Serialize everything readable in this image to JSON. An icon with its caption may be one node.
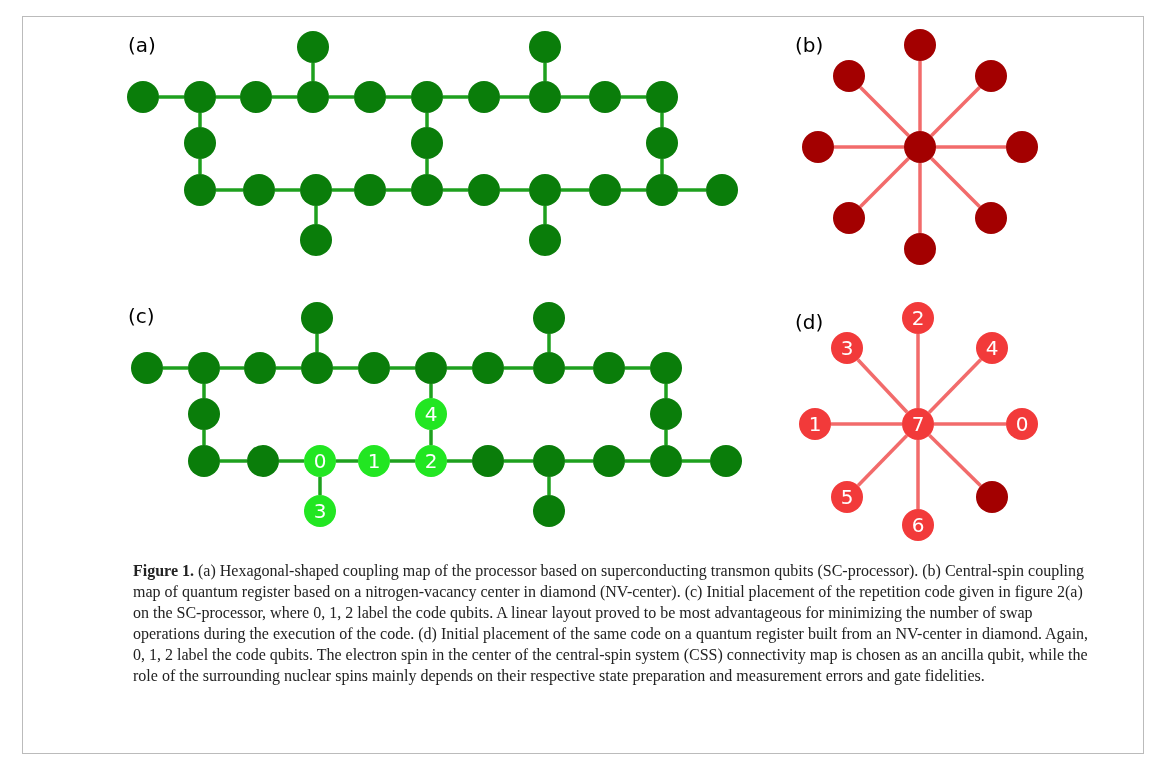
{
  "diagram": {
    "caption": "**Figure 1.** (a) Hexagonal-shaped coupling map of the processor based on superconducting transmon qubits (SC-processor). (b) Central-spin coupling map of quantum register based on a nitrogen-vacancy center in diamond (NV-center). (c) Initial placement of the repetition code given in figure 2(a) on the SC-processor, where 0, 1, 2 label the code qubits. A linear layout proved to be most advantageous for minimizing the number of swap operations during the execution of the code. (d) Initial placement of the same code on a quantum register built from an NV-center in diamond. Again, 0, 1, 2 label the code qubits. The electron spin in the center of the central-spin system (CSS) connectivity map is chosen as an ancilla qubit, while the role of the surrounding nuclear spins mainly depends on their respective state preparation and measurement errors and gate fidelities.",
    "nodes": [
      {
        "text": [],
        "shape": "circle"
      },
      {
        "text": [],
        "shape": "circle"
      },
      {
        "text": [],
        "shape": "circle"
      },
      {
        "text": [],
        "shape": "circle"
      },
      {
        "text": [],
        "shape": "circle"
      },
      {
        "text": [],
        "shape": "circle"
      },
      {
        "text": [],
        "shape": "circle"
      },
      {
        "text": [],
        "shape": "circle"
      },
      {
        "text": [],
        "shape": "circle"
      },
      {
        "text": [],
        "shape": "circle"
      },
      {
        "text": [],
        "shape": "circle"
      },
      {
        "text": [],
        "shape": "circle"
      },
      {
        "text": [],
        "shape": "circle"
      },
      {
        "text": [],
        "shape": "circle"
      },
      {
        "text": [],
        "shape": "circle"
      },
      {
        "text": [],
        "shape": "circle"
      },
      {
        "text": [],
        "shape": "circle"
      },
      {
        "text": [],
        "shape": "circle"
      },
      {
        "text": [],
        "shape": "circle"
      },
      {
        "text": [],
        "shape": "circle"
      },
      {
        "text": [],
        "shape": "circle"
      },
      {
        "text": [],
        "shape": "circle"
      },
      {
        "text": [],
        "shape": "circle"
      },
      {
        "text": [],
        "shape": "circle"
      },
      {
        "text": [],
        "shape": "circle"
      },
      {
        "text": [],
        "shape": "circle"
      },
      {
        "text": [],
        "shape": "circle"
      },
      {
        "text": [],
        "shape": "circle"
      },
      {
        "text": [],
        "shape": "circle"
      },
      {
        "text": [],
        "shape": "circle"
      },
      {
        "text": [],
        "shape": "circle"
      },
      {
        "text": [],
        "shape": "circle"
      },
      {
        "text": [],
        "shape": "circle"
      },
      {
        "text": [],
        "shape": "circle"
      },
      {
        "text": [],
        "shape": "circle"
      },
      {
        "text": [],
        "shape": "circle"
      },
      {
        "text": [],
        "shape": "circle"
      },
      {
        "text": [],
        "shape": "circle"
      },
      {
        "text": [],
        "shape": "circle"
      },
      {
        "text": [],
        "shape": "circle"
      },
      {
        "text": [],
        "shape": "circle"
      },
      {
        "text": [],
        "shape": "circle"
      },
      {
        "text": [],
        "shape": "circle"
      },
      {
        "text": [],
        "shape": "circle"
      },
      {
        "text": [],
        "shape": "circle"
      },
      {
        "text": [],
        "shape": "circle"
      },
      {
        "text": [],
        "shape": "circle"
      },
      {
        "text": [],
        "shape": "circle"
      },
      {
        "text": [],
        "shape": "circle"
      },
      {
        "text": [
          "4"
        ]
      },
      {
        "text": [],
        "shape": "circle"
      },
      {
        "text": [],
        "shape": "circle"
      },
      {
        "text": [],
        "shape": "circle"
      },
      {
        "text": [
          "0"
        ]
      },
      {
        "text": [
          "1"
        ]
      },
      {
        "text": [
          "2"
        ]
      },
      {
        "text": [],
        "shape": "circle"
      },
      {
        "text": [],
        "shape": "circle"
      },
      {
        "text": [],
        "shape": "circle"
      },
      {
        "text": [],
        "shape": "circle"
      },
      {
        "text": [],
        "shape": "circle"
      },
      {
        "text": [
          "3"
        ]
      },
      {
        "text": [],
        "shape": "circle"
      },
      {
        "text": [
          "2"
        ]
      },
      {
        "text": [
          "3"
        ]
      },
      {
        "text": [
          "4"
        ]
      },
      {
        "text": [
          "1"
        ]
      },
      {
        "text": [
          "7"
        ]
      },
      {
        "text": [
          "0"
        ]
      },
      {
        "text": [
          "5"
        ]
      },
      {
        "text": [],
        "shape": "circle"
      },
      {
        "text": [
          "6"
        ]
      }
    ],
    "edges": [
      {
        "from": 0,
        "to": 5,
        "arrow": "none"
      },
      {
        "from": 1,
        "to": 9,
        "arrow": "none"
      },
      {
        "from": 2,
        "to": 3,
        "arrow": "none"
      },
      {
        "from": 3,
        "to": 4,
        "arrow": "none"
      },
      {
        "from": 4,
        "to": 5,
        "arrow": "none"
      },
      {
        "from": 5,
        "to": 6,
        "arrow": "none"
      },
      {
        "from": 6,
        "to": 7,
        "arrow": "none"
      },
      {
        "from": 7,
        "to": 8,
        "arrow": "none"
      },
      {
        "from": 8,
        "to": 9,
        "arrow": "none"
      },
      {
        "from": 9,
        "to": 10,
        "arrow": "none"
      },
      {
        "from": 10,
        "to": 11,
        "arrow": "none"
      },
      {
        "from": 3,
        "to": 12,
        "arrow": "none"
      },
      {
        "from": 12,
        "to": 15,
        "arrow": "none"
      },
      {
        "from": 7,
        "to": 13,
        "arrow": "none"
      },
      {
        "from": 13,
        "to": 19,
        "arrow": "none"
      },
      {
        "from": 11,
        "to": 14,
        "arrow": "none"
      },
      {
        "from": 14,
        "to": 23,
        "arrow": "none"
      },
      {
        "from": 15,
        "to": 16,
        "arrow": "none"
      },
      {
        "from": 16,
        "to": 17,
        "arrow": "none"
      },
      {
        "from": 17,
        "to": 18,
        "arrow": "none"
      },
      {
        "from": 18,
        "to": 19,
        "arrow": "none"
      },
      {
        "from": 19,
        "to": 20,
        "arrow": "none"
      },
      {
        "from": 20,
        "to": 21,
        "arrow": "none"
      },
      {
        "from": 21,
        "to": 22,
        "arrow": "none"
      },
      {
        "from": 22,
        "to": 23,
        "arrow": "none"
      },
      {
        "from": 23,
        "to": 24,
        "arrow": "none"
      },
      {
        "from": 17,
        "to": 25,
        "arrow": "none"
      },
      {
        "from": 21,
        "to": 26,
        "arrow": "none"
      },
      {
        "from": 31,
        "to": 27,
        "arrow": "none",
        "color": "#f26b6b"
      },
      {
        "from": 31,
        "to": 28,
        "arrow": "none",
        "color": "#f26b6b"
      },
      {
        "from": 31,
        "to": 29,
        "arrow": "none",
        "color": "#f26b6b"
      },
      {
        "from": 31,
        "to": 30,
        "arrow": "none",
        "color": "#f26b6b"
      },
      {
        "from": 31,
        "to": 32,
        "arrow": "none",
        "color": "#f26b6b"
      },
      {
        "from": 31,
        "to": 33,
        "arrow": "none",
        "color": "#f26b6b"
      },
      {
        "from": 31,
        "to": 34,
        "arrow": "none",
        "color": "#f26b6b"
      },
      {
        "from": 31,
        "to": 35,
        "arrow": "none",
        "color": "#f26b6b"
      },
      {
        "from": 36,
        "to": 41,
        "arrow": "none"
      },
      {
        "from": 37,
        "to": 45,
        "arrow": "none"
      },
      {
        "from": 38,
        "to": 39,
        "arrow": "none"
      },
      {
        "from": 39,
        "to": 40,
        "arrow": "none"
      },
      {
        "from": 40,
        "to": 41,
        "arrow": "none"
      },
      {
        "from": 41,
        "to": 42,
        "arrow": "none"
      },
      {
        "from": 42,
        "to": 43,
        "arrow": "none"
      },
      {
        "from": 43,
        "to": 44,
        "arrow": "none"
      },
      {
        "from": 44,
        "to": 45,
        "arrow": "none"
      },
      {
        "from": 45,
        "to": 46,
        "arrow": "none"
      },
      {
        "from": 46,
        "to": 47,
        "arrow": "none"
      },
      {
        "from": 39,
        "to": 48,
        "arrow": "none"
      },
      {
        "from": 48,
        "to": 51,
        "arrow": "none"
      },
      {
        "from": 43,
        "to": 49,
        "arrow": "none"
      },
      {
        "from": 49,
        "to": 55,
        "arrow": "none"
      },
      {
        "from": 47,
        "to": 50,
        "arrow": "none"
      },
      {
        "from": 50,
        "to": 59,
        "arrow": "none"
      },
      {
        "from": 51,
        "to": 52,
        "arrow": "none"
      },
      {
        "from": 52,
        "to": 53,
        "arrow": "none"
      },
      {
        "from": 53,
        "to": 54,
        "arrow": "none"
      },
      {
        "from": 54,
        "to": 55,
        "arrow": "none"
      },
      {
        "from": 55,
        "to": 56,
        "arrow": "none"
      },
      {
        "from": 56,
        "to": 57,
        "arrow": "none"
      },
      {
        "from": 57,
        "to": 58,
        "arrow": "none"
      },
      {
        "from": 58,
        "to": 59,
        "arrow": "none"
      },
      {
        "from": 59,
        "to": 60,
        "arrow": "none"
      },
      {
        "from": 53,
        "to": 61,
        "arrow": "none"
      },
      {
        "from": 57,
        "to": 62,
        "arrow": "none"
      },
      {
        "from": 67,
        "to": 63,
        "arrow": "none",
        "color": "#f26b6b"
      },
      {
        "from": 67,
        "to": 64,
        "arrow": "none",
        "color": "#f26b6b"
      },
      {
        "from": 67,
        "to": 65,
        "arrow": "none",
        "color": "#f26b6b"
      },
      {
        "from": 67,
        "to": 66,
        "arrow": "none",
        "color": "#f26b6b"
      },
      {
        "from": 67,
        "to": 68,
        "arrow": "none",
        "color": "#f26b6b"
      },
      {
        "from": 67,
        "to": 69,
        "arrow": "none",
        "color": "#f26b6b"
      },
      {
        "from": 67,
        "to": 70,
        "arrow": "none",
        "color": "#f26b6b"
      },
      {
        "from": 67,
        "to": 71,
        "arrow": "none",
        "color": "#f26b6b"
      }
    ],
    "labels": [
      "(a)",
      "(b)",
      "(c)",
      "(d)"
    ]
  }
}
